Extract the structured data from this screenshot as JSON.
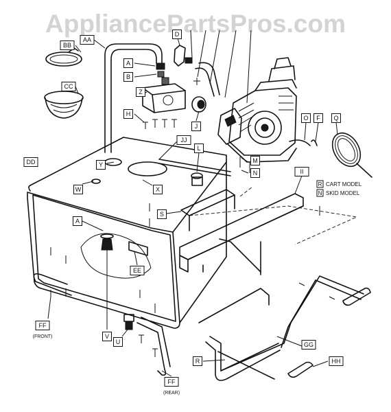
{
  "watermark": "AppliancePartsPros.com",
  "notes": {
    "cart_key": "R",
    "cart_text": "CART MODEL",
    "skid_key": "N",
    "skid_text": "SKID MODEL",
    "front": "(FRONT)",
    "rear": "(REAR)"
  },
  "callouts": [
    {
      "id": "bb",
      "label": "BB"
    },
    {
      "id": "aa",
      "label": "AA"
    },
    {
      "id": "cc",
      "label": "CC"
    },
    {
      "id": "a1",
      "label": "A"
    },
    {
      "id": "b1",
      "label": "B"
    },
    {
      "id": "z",
      "label": "Z"
    },
    {
      "id": "h",
      "label": "H"
    },
    {
      "id": "d",
      "label": "D"
    },
    {
      "id": "j",
      "label": "J"
    },
    {
      "id": "jj",
      "label": "JJ"
    },
    {
      "id": "dd",
      "label": "DD"
    },
    {
      "id": "y",
      "label": "Y"
    },
    {
      "id": "w",
      "label": "W"
    },
    {
      "id": "x",
      "label": "X"
    },
    {
      "id": "l",
      "label": "L"
    },
    {
      "id": "m",
      "label": "M"
    },
    {
      "id": "n",
      "label": "N"
    },
    {
      "id": "o",
      "label": "O"
    },
    {
      "id": "f",
      "label": "F"
    },
    {
      "id": "q",
      "label": "Q"
    },
    {
      "id": "ii",
      "label": "II"
    },
    {
      "id": "s",
      "label": "S"
    },
    {
      "id": "a2",
      "label": "A"
    },
    {
      "id": "ee",
      "label": "EE"
    },
    {
      "id": "v",
      "label": "V"
    },
    {
      "id": "u",
      "label": "U"
    },
    {
      "id": "ff1",
      "label": "FF"
    },
    {
      "id": "ff2",
      "label": "FF"
    },
    {
      "id": "r",
      "label": "R"
    },
    {
      "id": "gg",
      "label": "GG"
    },
    {
      "id": "hh",
      "label": "HH"
    }
  ]
}
